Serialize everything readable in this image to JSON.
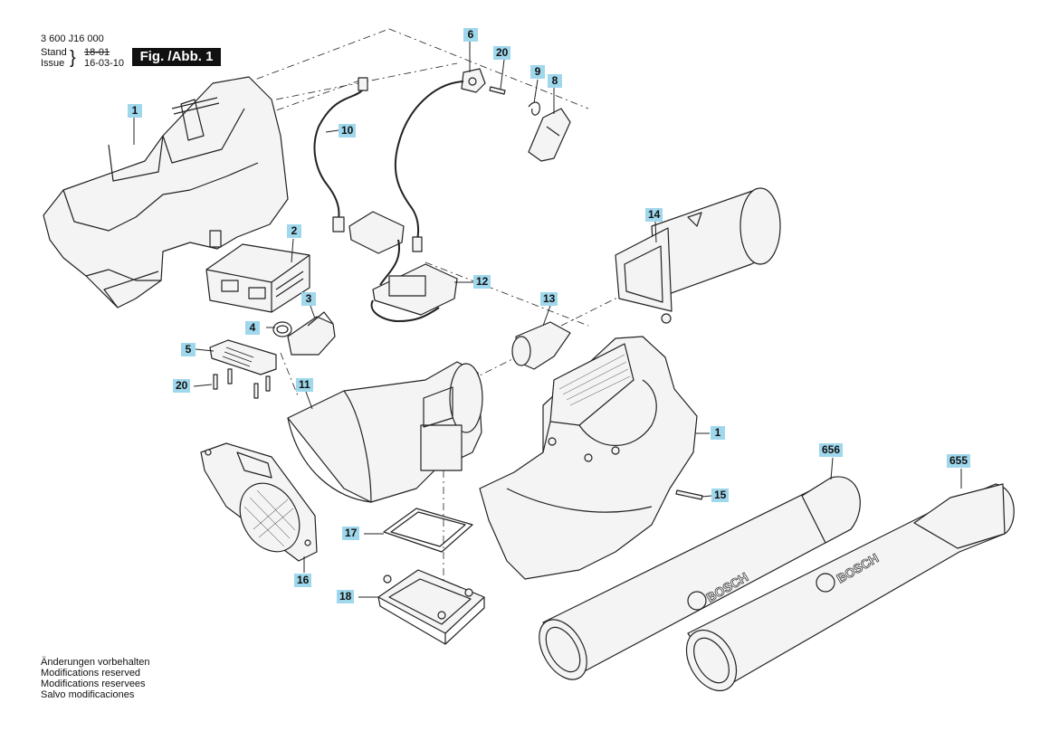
{
  "header": {
    "part_number": "3 600 J16 000",
    "stand_label": "Stand",
    "issue_label": "Issue",
    "stand_value": "18-01",
    "issue_value": "16-03-10",
    "figure_badge": "Fig. /Abb. 1"
  },
  "callouts": {
    "c1_top": "1",
    "c2": "2",
    "c3": "3",
    "c4": "4",
    "c5": "5",
    "c6": "6",
    "c8": "8",
    "c9": "9",
    "c10": "10",
    "c11": "11",
    "c12": "12",
    "c13": "13",
    "c14": "14",
    "c15": "15",
    "c16": "16",
    "c17": "17",
    "c18": "18",
    "c20_top": "20",
    "c20_left": "20",
    "c1_right": "1",
    "c655": "655",
    "c656": "656"
  },
  "tube_brand": "BOSCH",
  "footer": {
    "line_de": "Änderungen vorbehalten",
    "line_en": "Modifications reserved",
    "line_fr": "Modifications reservees",
    "line_es": "Salvo modificaciones"
  },
  "colors": {
    "callout_fill": "#9fd7ec",
    "line": "#222222",
    "part_fill": "#f4f4f4",
    "badge": "#111111"
  }
}
